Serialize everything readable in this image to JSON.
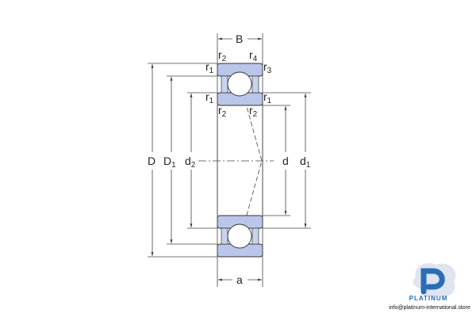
{
  "labels": {
    "B": "B",
    "a": "a",
    "D": "D",
    "D1": "D",
    "D1_sub": "1",
    "d2": "d",
    "d2_sub": "2",
    "d": "d",
    "d1": "d",
    "d1_sub": "1",
    "r1": "r",
    "r1_sub": "1",
    "r2": "r",
    "r2_sub": "2",
    "r3": "r",
    "r3_sub": "3",
    "r4": "r",
    "r4_sub": "4"
  },
  "colors": {
    "ring": "#b9c6ea",
    "brand": "#2a6db5"
  },
  "watermark": {
    "brand": "PLATINUM",
    "email": "info@platinum-international.store"
  }
}
